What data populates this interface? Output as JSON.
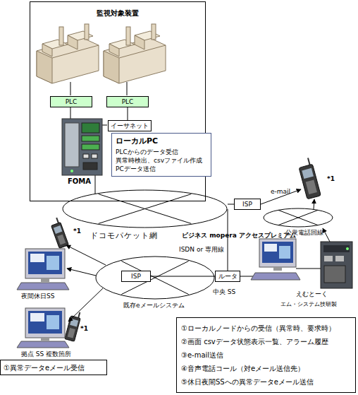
{
  "diagram": {
    "nodes": [
      {
        "text": [
          "監視対象装置"
        ]
      },
      {
        "text": [
          "PLC"
        ],
        "in": 0
      },
      {
        "text": [
          "PLC"
        ],
        "in": 0
      },
      {
        "text": [
          "イーサネット"
        ],
        "in": 0
      },
      {
        "text": [
          "ローカルPC",
          "PLCからのデータ受信",
          "異常時検出、csvファイル作成",
          "PCデータ送信"
        ]
      },
      {
        "text": [
          "ISP"
        ]
      },
      {
        "text": [
          "ドコモパケット網"
        ]
      },
      {
        "text": [
          "公衆電話回線"
        ]
      },
      {
        "text": [
          "既存eメールシステム"
        ]
      },
      {
        "text": [
          "ISP"
        ],
        "in": 8
      },
      {
        "text": [
          "ルータ"
        ]
      },
      {
        "text": [
          "①異常データeメール受信"
        ]
      },
      {
        "text": [
          "①ローカルノードからの受信（異常時、要求時）",
          "②画面 csvデータ状態表示一覧、アラーム履歴",
          "③e-mail送信",
          "④音声電話コール（対eメール送信先）",
          "⑤休日夜間SSへの異常データeメール送信"
        ]
      }
    ],
    "edges": [
      {
        "from": 2,
        "to": 3,
        "arrow": "none"
      },
      {
        "from": 6,
        "to": 5,
        "arrow": "none"
      },
      {
        "from": 6,
        "to": 10,
        "label": "ISDN or 専用線",
        "arrow": "none"
      },
      {
        "from": 9,
        "to": 10,
        "arrow": "none"
      }
    ],
    "labels": [
      "FOMA",
      "e-mail",
      "*1",
      "ビジネス mopera アクセスプレミアム",
      "*1",
      "夜間休日SS",
      "中央 SS",
      "えむとーく",
      "エム・システム技研製",
      "*1",
      "拠点 SS 複数箇所"
    ]
  }
}
